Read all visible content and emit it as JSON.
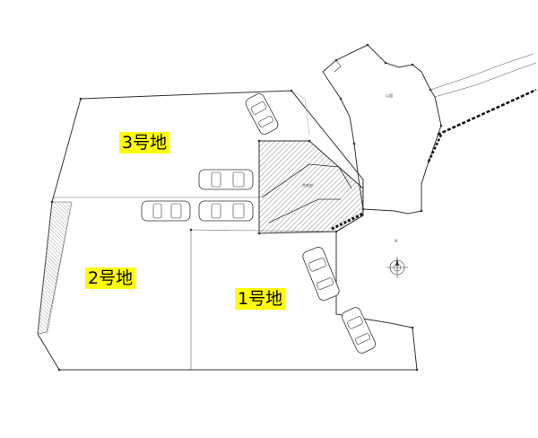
{
  "lots": [
    {
      "label": "3号地"
    },
    {
      "label": "2号地"
    },
    {
      "label": "1号地"
    }
  ],
  "annotations": {
    "shared_driveway": "共有部",
    "park": "公園",
    "north": "N"
  }
}
